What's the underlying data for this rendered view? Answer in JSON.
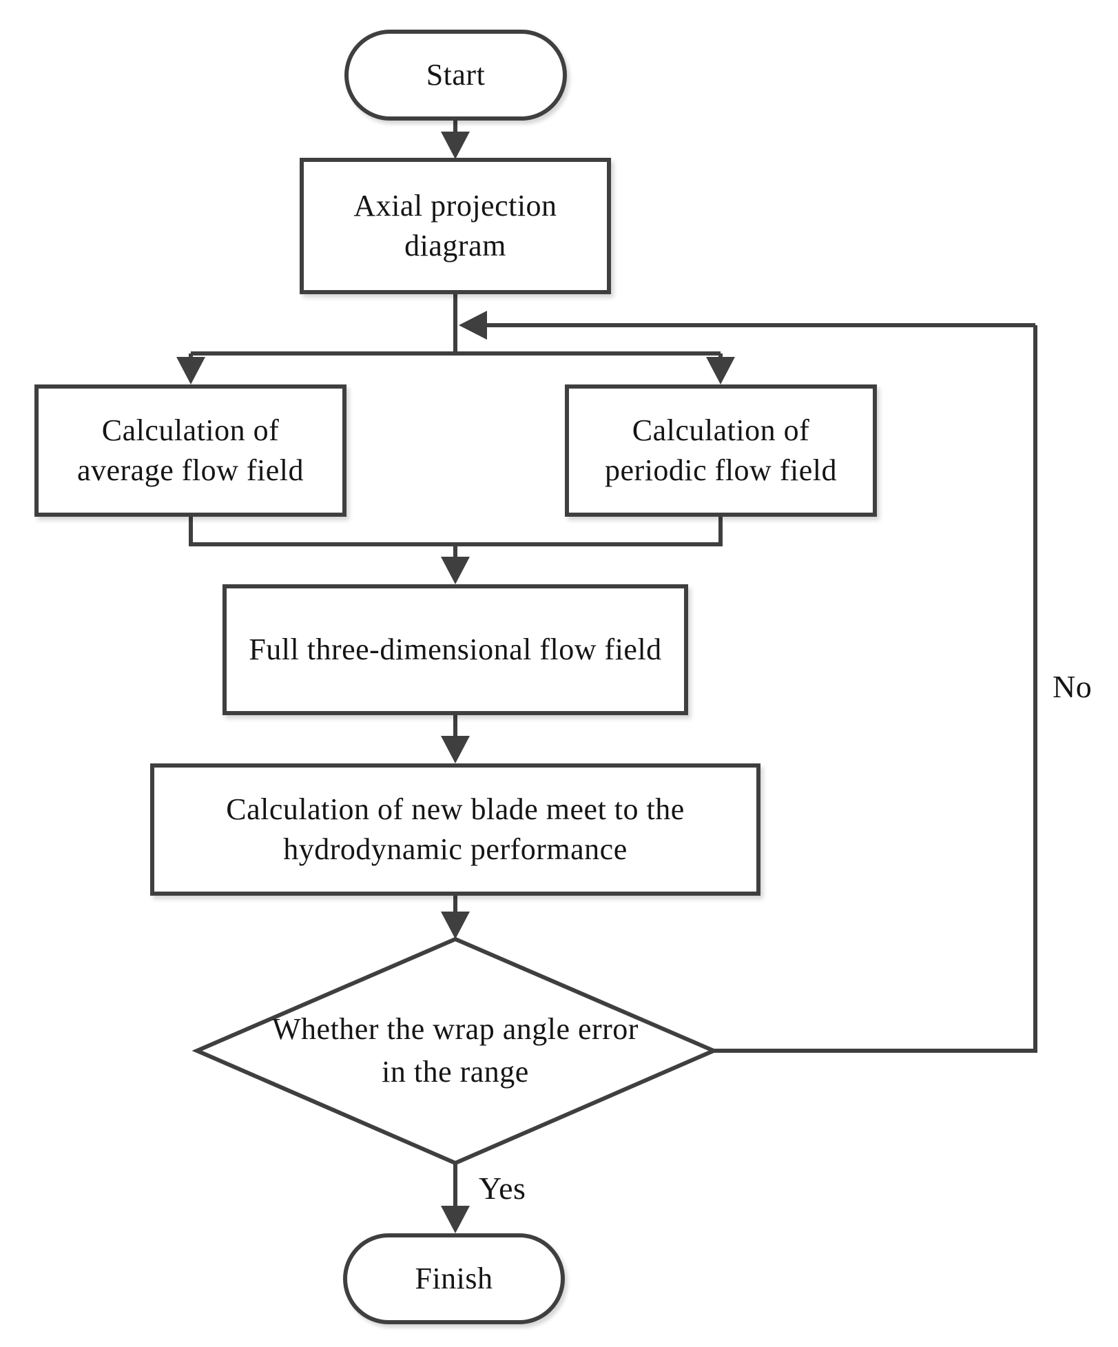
{
  "colors": {
    "line": "#3f3f3f",
    "text": "#151515",
    "background": "#ffffff",
    "node_fill": "#ffffff"
  },
  "flowchart": {
    "nodes": {
      "start": {
        "type": "terminator",
        "label": "Start"
      },
      "axial": {
        "type": "process",
        "label": "Axial projection diagram"
      },
      "average": {
        "type": "process",
        "label": "Calculation of average flow field"
      },
      "periodic": {
        "type": "process",
        "label": "Calculation of periodic flow field"
      },
      "full3d": {
        "type": "process",
        "label": "Full three-dimensional flow field"
      },
      "newblade": {
        "type": "process",
        "label": "Calculation of new blade meet to the hydrodynamic performance"
      },
      "decision": {
        "type": "decision",
        "label": "Whether the wrap angle error in the range"
      },
      "finish": {
        "type": "terminator",
        "label": "Finish"
      }
    },
    "edge_labels": {
      "yes": "Yes",
      "no": "No"
    }
  }
}
